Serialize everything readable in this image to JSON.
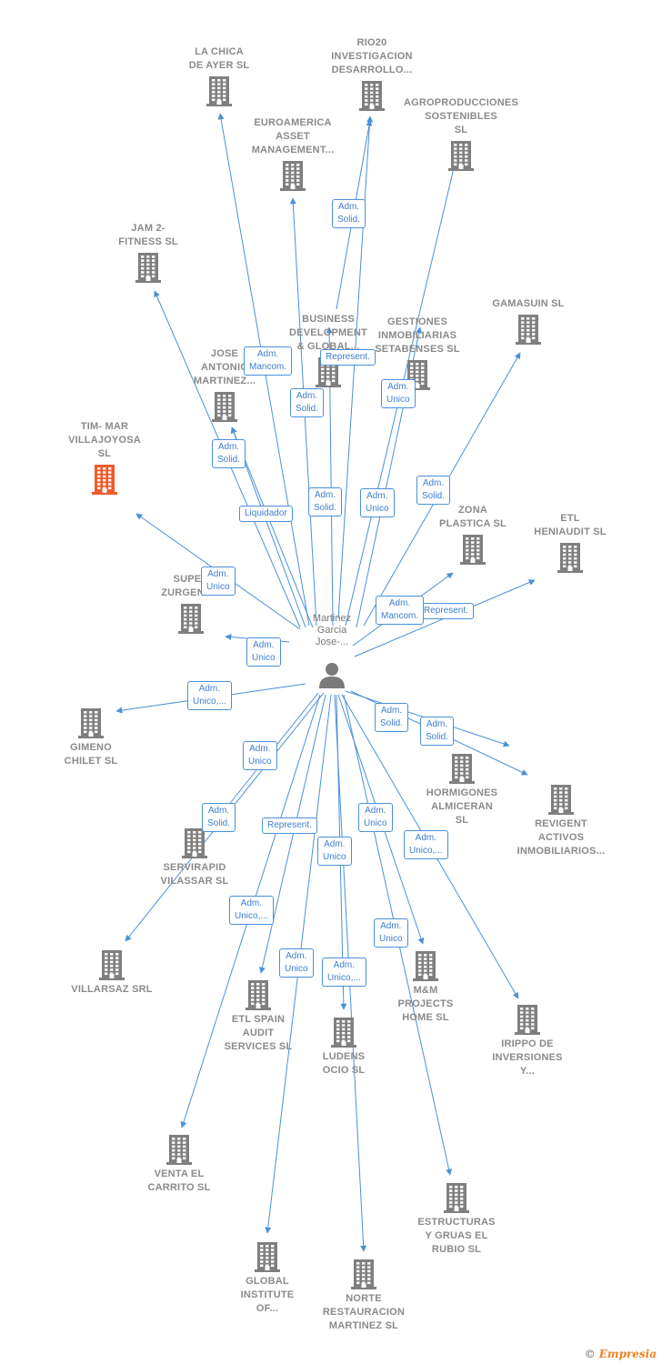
{
  "colors": {
    "edge": "#4a90d9",
    "node_icon": "#7f7f7f",
    "highlight_icon": "#f05a28",
    "label_text": "#8a8a8a"
  },
  "person": {
    "label": "Martinez\nGarcia\nJose-...",
    "icon": "person-icon"
  },
  "companies": [
    {
      "id": "la-chica",
      "label": "LA CHICA\nDE AYER SL"
    },
    {
      "id": "rio20",
      "label": "RIO20\nINVESTIGACION\nDESARROLLO..."
    },
    {
      "id": "agroproducciones",
      "label": "AGROPRODUCCIONES\nSOSTENIBLES\nSL"
    },
    {
      "id": "euroamerica",
      "label": "EUROAMERICA\nASSET\nMANAGEMENT..."
    },
    {
      "id": "jam2",
      "label": "JAM 2-\nFITNESS SL"
    },
    {
      "id": "business",
      "label": "BUSINESS\nDEVELOPMENT\n& GLOBAL..."
    },
    {
      "id": "gestiones",
      "label": "GESTIONES\nINMOBILIARIAS\nSETABENSES SL"
    },
    {
      "id": "gamasuin",
      "label": "GAMASUIN  SL"
    },
    {
      "id": "jose-antonio",
      "label": "JOSE\nANTONIO\nMARTINEZ..."
    },
    {
      "id": "tim-mar",
      "label": "TIM- MAR\nVILLAJOYOSA\nSL",
      "highlight": true
    },
    {
      "id": "zona",
      "label": "ZONA\nPLASTICA  SL"
    },
    {
      "id": "etl-heniaudit",
      "label": "ETL\nHENIAUDIT  SL"
    },
    {
      "id": "super",
      "label": "SUPER\nZURGENA..."
    },
    {
      "id": "gimeno",
      "label": "GIMENO\nCHILET SL"
    },
    {
      "id": "hormigones",
      "label": "HORMIGONES\nALMICERAN\nSL"
    },
    {
      "id": "revigent",
      "label": "REVIGENT\nACTIVOS\nINMOBILIARIOS..."
    },
    {
      "id": "servirapid",
      "label": "SERVIRAPID\nVILASSAR  SL"
    },
    {
      "id": "villarsaz",
      "label": "VILLARSAZ SRL"
    },
    {
      "id": "etl-spain",
      "label": "ETL SPAIN\nAUDIT\nSERVICES  SL"
    },
    {
      "id": "ludens",
      "label": "LUDENS\nOCIO SL"
    },
    {
      "id": "mm",
      "label": "M&M\nPROJECTS\nHOME  SL"
    },
    {
      "id": "irippo",
      "label": "IRIPPO DE\nINVERSIONES\nY..."
    },
    {
      "id": "venta",
      "label": "VENTA EL\nCARRITO  SL"
    },
    {
      "id": "estructuras",
      "label": "ESTRUCTURAS\nY GRUAS EL\nRUBIO SL"
    },
    {
      "id": "global",
      "label": "GLOBAL\nINSTITUTE\nOF..."
    },
    {
      "id": "norte",
      "label": "NORTE\nRESTAURACION\nMARTINEZ  SL"
    }
  ],
  "edge_labels": [
    {
      "id": "e-rio20",
      "text": "Adm.\nSolid."
    },
    {
      "id": "e-la-chica",
      "text": "Adm.\nMancom."
    },
    {
      "id": "e-business",
      "text": "Represent."
    },
    {
      "id": "e-euro",
      "text": "Adm.\nSolid."
    },
    {
      "id": "e-gestiones",
      "text": "Adm.\nUnico"
    },
    {
      "id": "e-jose",
      "text": "Adm.\nSolid."
    },
    {
      "id": "e-gamasuin",
      "text": "Adm.\nSolid."
    },
    {
      "id": "e-agro",
      "text": "Adm.\nSolid."
    },
    {
      "id": "e-jam2",
      "text": "Liquidador"
    },
    {
      "id": "e-agro2",
      "text": "Adm.\nUnico"
    },
    {
      "id": "e-timmar",
      "text": "Adm.\nUnico"
    },
    {
      "id": "e-etl-hen",
      "text": "Represent."
    },
    {
      "id": "e-zona",
      "text": "Adm.\nMancom."
    },
    {
      "id": "e-super",
      "text": "Adm.\nUnico"
    },
    {
      "id": "e-gimeno",
      "text": "Adm.\nUnico,..."
    },
    {
      "id": "e-horm",
      "text": "Adm.\nSolid."
    },
    {
      "id": "e-revigent",
      "text": "Adm.\nSolid."
    },
    {
      "id": "e-servi",
      "text": "Adm.\nUnico"
    },
    {
      "id": "e-villar",
      "text": "Adm.\nSolid."
    },
    {
      "id": "e-etlspain",
      "text": "Represent."
    },
    {
      "id": "e-mm",
      "text": "Adm.\nUnico"
    },
    {
      "id": "e-ludens",
      "text": "Adm.\nUnico"
    },
    {
      "id": "e-irippo",
      "text": "Adm.\nUnico,..."
    },
    {
      "id": "e-venta",
      "text": "Adm.\nUnico,..."
    },
    {
      "id": "e-global",
      "text": "Adm.\nUnico"
    },
    {
      "id": "e-norte",
      "text": "Adm.\nUnico,..."
    },
    {
      "id": "e-estruct",
      "text": "Adm.\nUnico"
    }
  ],
  "brand": {
    "copyright": "©",
    "name": "Empresia"
  }
}
